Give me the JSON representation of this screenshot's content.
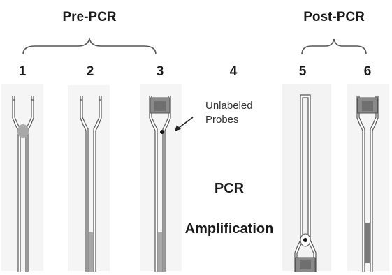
{
  "groups": {
    "pre": "Pre-PCR",
    "post": "Post-PCR"
  },
  "steps": [
    "1",
    "2",
    "3",
    "4",
    "5",
    "6"
  ],
  "annotation": {
    "line1": "Unlabeled",
    "line2": "Probes"
  },
  "center_text": {
    "line1": "PCR",
    "line2": "Amplification"
  },
  "colors": {
    "tube_outline": "#555555",
    "tube_fill": "#ffffff",
    "panel_bg": "#f3f3f3",
    "liquid": "#a8a8a8",
    "cap": "#8a8a8a",
    "cap_dark": "#5a5a5a",
    "text": "#1a1a1a"
  }
}
